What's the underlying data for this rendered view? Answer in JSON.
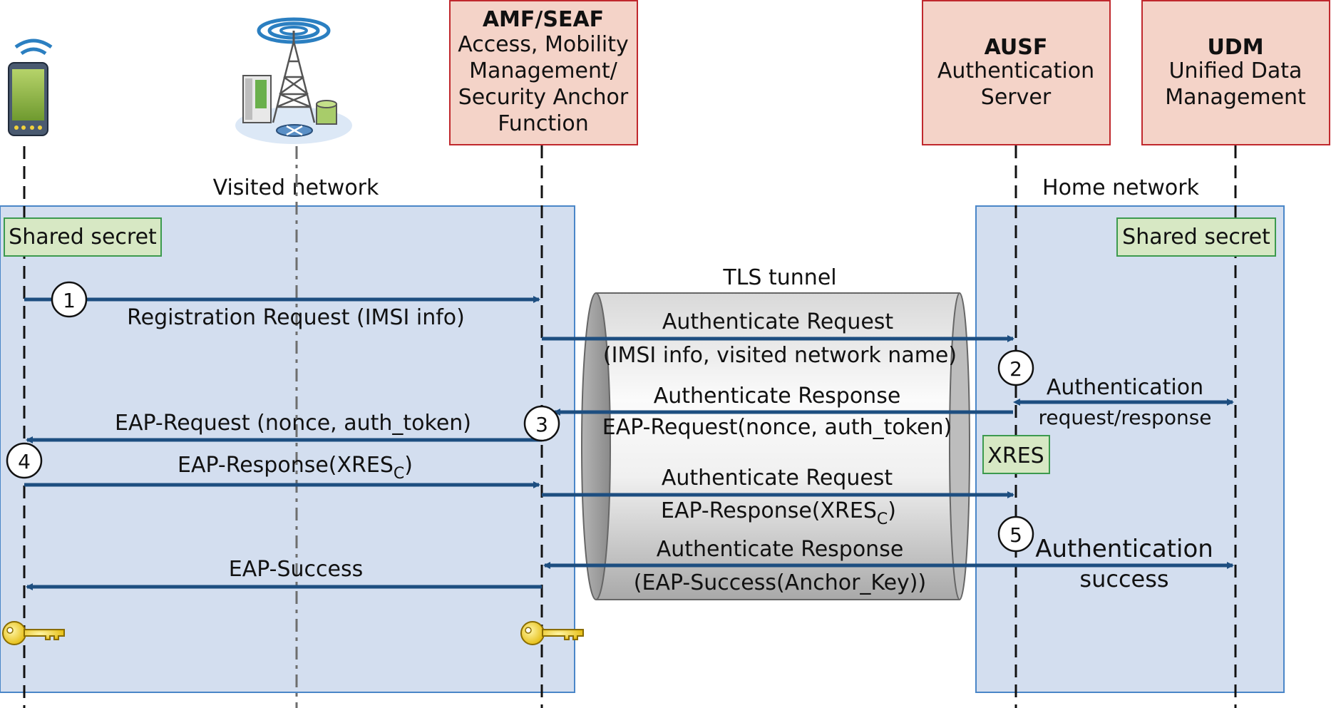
{
  "entities": {
    "amf": {
      "title": "AMF/SEAF",
      "lines": [
        "Access, Mobility",
        "Management/",
        "Security Anchor",
        "Function"
      ]
    },
    "ausf": {
      "title": "AUSF",
      "lines": [
        "Authentication",
        "Server"
      ]
    },
    "udm": {
      "title": "UDM",
      "lines": [
        "Unified Data",
        "Management"
      ]
    }
  },
  "networks": {
    "visited": "Visited network",
    "home": "Home network"
  },
  "shared_secret": "Shared secret",
  "tls_tunnel": "TLS tunnel",
  "xres": "XRES",
  "messages": {
    "m1": "Registration Request (IMSI info)",
    "m2a": "Authenticate Request",
    "m2b": "(IMSI info, visited network name)",
    "m3a": "Authentication",
    "m3b": "request/response",
    "m4a": "Authenticate Response",
    "m4b": "EAP-Request(nonce, auth_token)",
    "m5": "EAP-Request (nonce, auth_token)",
    "m6": "EAP-Response(XRES",
    "m6sub": "C",
    "m6end": ")",
    "m7a": "Authenticate Request",
    "m7b": "EAP-Response(XRES",
    "m7sub": "C",
    "m7end": ")",
    "m8a": "Authenticate Response",
    "m8b": "(EAP-Success(Anchor_Key))",
    "m9a": "Authentication",
    "m9b": "success",
    "m10": "EAP-Success"
  },
  "steps": [
    "1",
    "2",
    "3",
    "4",
    "5"
  ],
  "colors": {
    "entity_fill": "#f4d3c8",
    "entity_stroke": "#c0282d",
    "network_fill": "#d3deef",
    "network_stroke": "#4a86c8",
    "secret_fill": "#d7e8c4",
    "secret_stroke": "#3c9a4e",
    "arrow": "#1d4e80"
  }
}
